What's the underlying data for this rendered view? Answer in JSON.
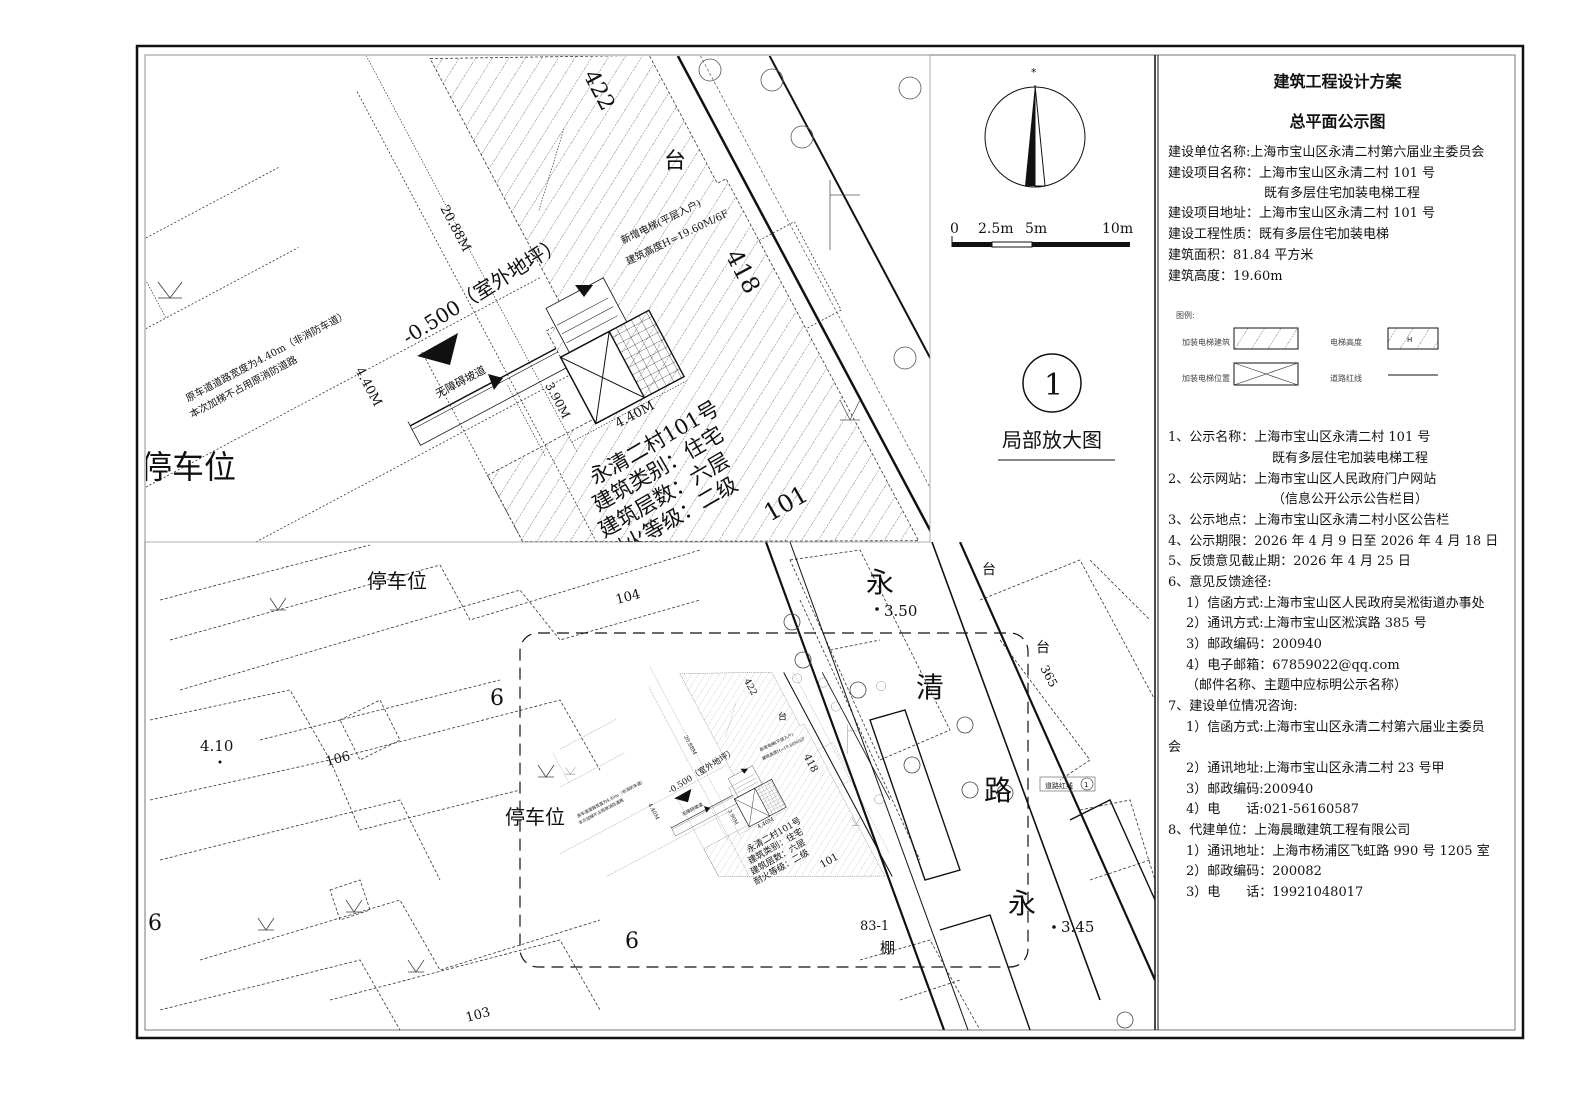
{
  "panel": {
    "title": "建筑工程设计方案",
    "subtitle": "总平面公示图",
    "info": [
      "建设单位名称:上海市宝山区永清二村第六届业主委员会",
      "建设项目名称：上海市宝山区永清二村 101 号",
      "既有多层住宅加装电梯工程",
      "建设项目地址：上海市宝山区永清二村 101 号",
      "建设工程性质：既有多层住宅加装电梯",
      "建筑面积：81.84 平方米",
      "建筑高度：19.60m"
    ],
    "legend": {
      "title": "图例:",
      "items": [
        "加装电梯建筑",
        "电梯高度",
        "加装电梯位置",
        "道路红线"
      ],
      "elevator_height_mark": "H"
    },
    "notice": [
      "1、公示名称：上海市宝山区永清二村 101 号",
      "既有多层住宅加装电梯工程",
      "2、公示网站：上海市宝山区人民政府门户网站",
      "（信息公开公示公告栏目）",
      "3、公示地点：上海市宝山区永清二村小区公告栏",
      "4、公示期限：2026 年 4 月 9 日至 2026 年 4 月 18 日",
      "5、反馈意见截止期：2026 年 4 月 25 日",
      "6、意见反馈途径:",
      "1）信函方式:上海市宝山区人民政府吴淞街道办事处",
      "2）通讯方式:上海市宝山区淞滨路 385 号",
      "3）邮政编码：200940",
      "4）电子邮箱：67859022@qq.com",
      "（邮件名称、主题中应标明公示名称）",
      "7、建设单位情况咨询:",
      "1）信函方式:上海市宝山区永清二村第六届业主委员",
      "会",
      "2）通讯地址:上海市宝山区永清二村 23 号甲",
      "3）邮政编码:200940",
      "4）电　　话:021-56160587",
      "8、代建单位：上海晨瞰建筑工程有限公司",
      "1）通讯地址：上海市杨浦区飞虹路 990 号 1205 室",
      "2）邮政编码：200082",
      "3）电　　话：19921048017"
    ]
  },
  "compass": {
    "north_mark": "*"
  },
  "scale_bar": {
    "labels": [
      "0",
      "2.5m",
      "5m",
      "10m"
    ]
  },
  "detail": {
    "index_number": "1",
    "title": "局部放大图",
    "labels": {
      "bldg_422": "422",
      "tai": "台",
      "bldg_418": "418",
      "dim_2088": "20.88M",
      "elevation": "-0.500（室外地坪）",
      "dim_440_road": "4.40M",
      "ramp": "无障碍坡道",
      "dim_390": "3.90M",
      "dim_440": "4.40M",
      "new_elevator": "新增电梯(平层入户)",
      "height": "建筑高度H=19.60M/6F",
      "name": "永清二村101号",
      "category": "建筑类别：住宅",
      "floors": "建筑层数：六层",
      "fire": "耐火等级：二级",
      "parking": "停车位",
      "road_note1": "原车道道路宽度为4.40m（非消防车道）",
      "road_note2": "本次加梯不占用原消防道路",
      "bldg_no": "101"
    }
  },
  "site": {
    "parking_1": "停车位",
    "parking_2": "停车位",
    "bldg_104": "104",
    "bldg_106": "106",
    "bldg_103": "103",
    "bldg_83_1": "83-1",
    "shed": "棚",
    "num_6a": "6",
    "num_6b": "6",
    "num_6c": "6",
    "elev_410": "4.10",
    "elev_350": "3.50",
    "elev_345": "3.45",
    "road_chars": [
      "永",
      "清",
      "路",
      "永"
    ],
    "tai_1": "台",
    "tai_2": "台",
    "bldg_365": "365",
    "red_line": "道路红线",
    "red_line_no": "1"
  }
}
